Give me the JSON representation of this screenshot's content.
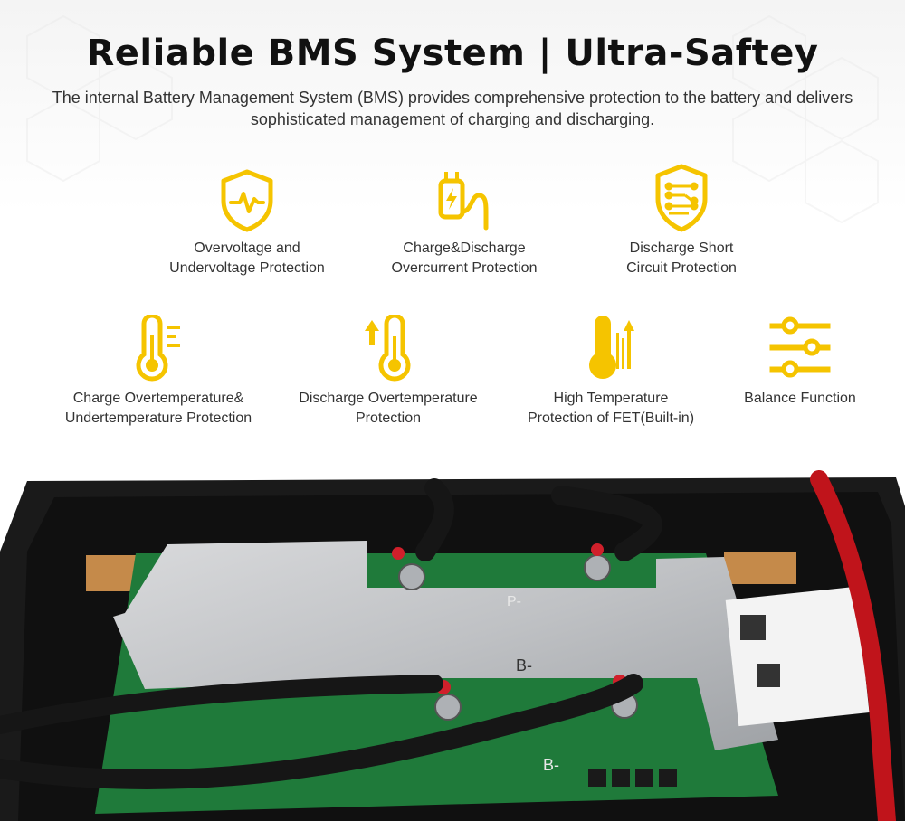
{
  "header": {
    "title": "Reliable BMS System | Ultra-Saftey",
    "subtitle": "The internal Battery Management System (BMS) provides comprehensive protection to the battery and delivers sophisticated management of charging and discharging."
  },
  "features": [
    {
      "icon": "shield-pulse-icon",
      "label": "Overvoltage and\nUndervoltage Protection"
    },
    {
      "icon": "charger-plug-icon",
      "label": "Charge&Discharge\nOvercurrent Protection"
    },
    {
      "icon": "shield-circuit-icon",
      "label": "Discharge Short\nCircuit Protection"
    },
    {
      "icon": "thermometer-lines-icon",
      "label": "Charge Overtemperature&\nUndertemperature Protection"
    },
    {
      "icon": "thermometer-arrow-up-icon",
      "label": "Discharge Overtemperature\nProtection"
    },
    {
      "icon": "thermometer-gauge-icon",
      "label": "High Temperature\nProtection of FET(Built-in)"
    },
    {
      "icon": "balance-sliders-icon",
      "label": "Balance Function"
    }
  ],
  "photo": {
    "board_labels": [
      "B-",
      "B-",
      "P-"
    ]
  },
  "colors": {
    "accent": "#f5c400",
    "title": "#111111",
    "text": "#333333",
    "pcb_green": "#1f7a3a",
    "battery_box": "#1a1a1a",
    "cable_red": "#c0141b"
  }
}
